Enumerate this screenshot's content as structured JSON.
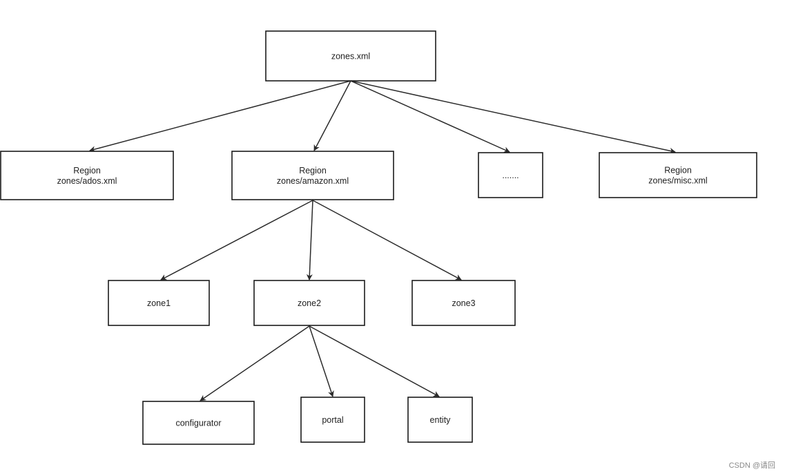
{
  "nodes": [
    {
      "id": "zones-xml",
      "lines": [
        "zones.xml"
      ]
    },
    {
      "id": "region-ados",
      "lines": [
        "Region",
        "zones/ados.xml"
      ]
    },
    {
      "id": "region-amazon",
      "lines": [
        "Region",
        "zones/amazon.xml"
      ]
    },
    {
      "id": "ellipsis",
      "lines": [
        "......."
      ]
    },
    {
      "id": "region-misc",
      "lines": [
        "Region",
        "zones/misc.xml"
      ]
    },
    {
      "id": "zone1",
      "lines": [
        "zone1"
      ]
    },
    {
      "id": "zone2",
      "lines": [
        "zone2"
      ]
    },
    {
      "id": "zone3",
      "lines": [
        "zone3"
      ]
    },
    {
      "id": "configurator",
      "lines": [
        "configurator"
      ]
    },
    {
      "id": "portal",
      "lines": [
        "portal"
      ]
    },
    {
      "id": "entity",
      "lines": [
        "entity"
      ]
    }
  ],
  "edges": [
    {
      "from": "zones-xml",
      "to": "region-ados"
    },
    {
      "from": "zones-xml",
      "to": "region-amazon"
    },
    {
      "from": "zones-xml",
      "to": "ellipsis"
    },
    {
      "from": "zones-xml",
      "to": "region-misc"
    },
    {
      "from": "region-amazon",
      "to": "zone1"
    },
    {
      "from": "region-amazon",
      "to": "zone2"
    },
    {
      "from": "region-amazon",
      "to": "zone3"
    },
    {
      "from": "zone2",
      "to": "configurator"
    },
    {
      "from": "zone2",
      "to": "portal"
    },
    {
      "from": "zone2",
      "to": "entity"
    }
  ],
  "watermark": "CSDN @请回"
}
